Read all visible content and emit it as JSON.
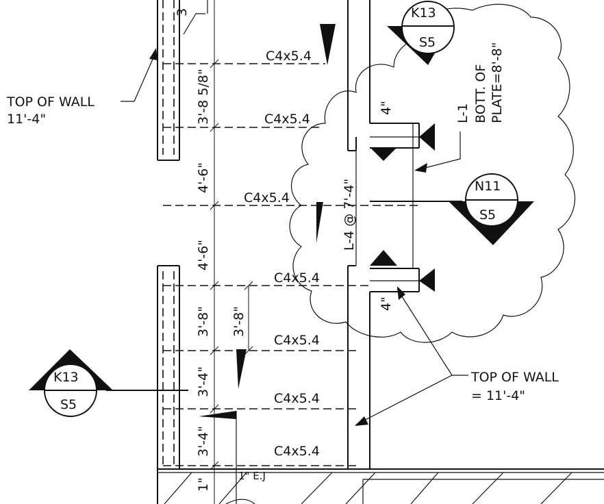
{
  "labels": {
    "top_of_wall_left_1": "TOP OF WALL",
    "top_of_wall_left_2": "11'-4\"",
    "top_of_wall_right_1": "TOP OF WALL",
    "top_of_wall_right_2": "= 11'-4\"",
    "mark_3": "3",
    "bott_plate_1": "BOTT. OF",
    "bott_plate_2": "PLATE=8'-8\"",
    "l1": "L-1",
    "l4": "L-4 @ 7'-4\"",
    "ej": "1\" E.J"
  },
  "channels": [
    "C4x5.4",
    "C4x5.4",
    "C4x5.4",
    "C4x5.4",
    "C4x5.4",
    "C4x5.4",
    "C4x5.4"
  ],
  "dims": [
    "3'-8 5/8\"",
    "4'-6\"",
    "4'-6\"",
    "3'-8\"",
    "3'-4\"",
    "3'-4\"",
    "1\"",
    "3'-8\"",
    "4\"",
    "4\""
  ],
  "section_marks": [
    {
      "top": "K13",
      "bottom": "S5"
    },
    {
      "top": "N11",
      "bottom": "S5"
    },
    {
      "top": "K13",
      "bottom": "S5"
    }
  ]
}
